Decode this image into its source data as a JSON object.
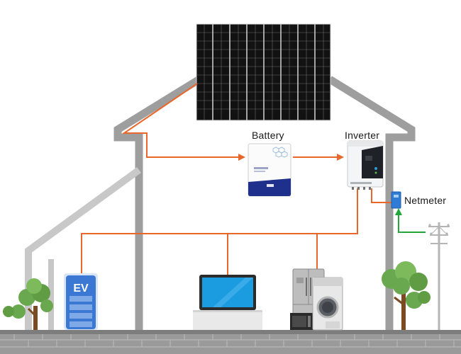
{
  "labels": {
    "battery": "Battery",
    "inverter": "Inverter",
    "netmeter": "Netmeter",
    "ev": "EV"
  },
  "components": [
    "solar-panel",
    "battery",
    "inverter",
    "netmeter",
    "utility-pole",
    "ev-charger",
    "laptop",
    "refrigerator",
    "microwave",
    "washing-machine",
    "tree"
  ],
  "colors": {
    "house_wall": "#9e9e9e",
    "power_line": "#e8672a",
    "grid_line": "#22a83a",
    "meter": "#2f7bd6",
    "ev_body": "#3a78d4",
    "ground": "#8f8f8f"
  }
}
